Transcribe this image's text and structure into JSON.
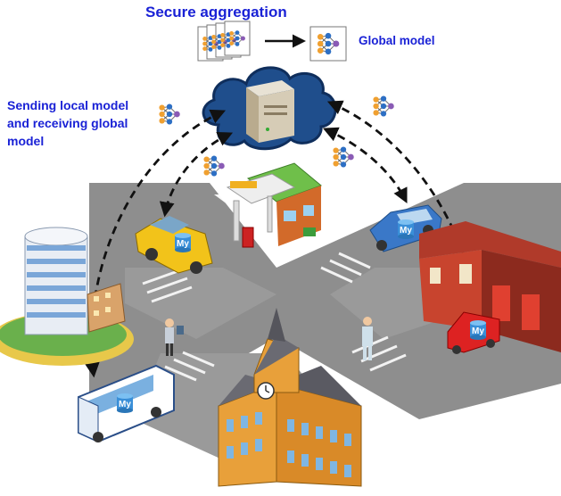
{
  "diagram": {
    "title": "Secure aggregation",
    "global_model_label": "Global model",
    "sending_label_line1": "Sending local model",
    "sending_label_line2": "and receiving global",
    "sending_label_line3": "model",
    "device_badge": "My",
    "colors": {
      "label_blue": "#1a22d6",
      "cloud": "#1f4e8c",
      "road": "#8c8c8c",
      "arrow": "#111111",
      "node_orange": "#f0a030",
      "node_blue": "#2d6fc4",
      "node_purple": "#8a5bb5"
    },
    "icons": [
      "neural-network-icon",
      "server-icon",
      "cloud-icon",
      "car-icon",
      "bus-icon",
      "taxi-icon",
      "fire-truck-icon",
      "building-icon",
      "gas-station-icon",
      "clock-tower-icon",
      "database-icon",
      "person-icon"
    ]
  }
}
